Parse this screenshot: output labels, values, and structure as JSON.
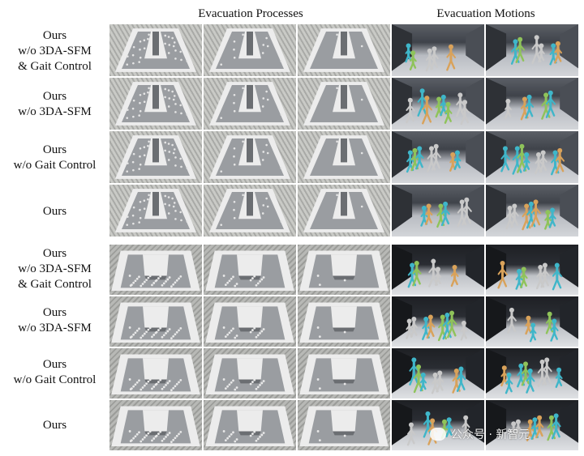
{
  "headers": {
    "processes": "Evacuation Processes",
    "motions": "Evacuation Motions"
  },
  "rows": [
    {
      "label": [
        "Ours",
        "w/o 3DA-SFM",
        "& Gait Control"
      ]
    },
    {
      "label": [
        "Ours",
        "w/o 3DA-SFM"
      ]
    },
    {
      "label": [
        "Ours",
        "w/o Gait Control"
      ]
    },
    {
      "label": [
        "Ours"
      ]
    },
    {
      "label": [
        "Ours",
        "w/o 3DA-SFM",
        "& Gait Control"
      ]
    },
    {
      "label": [
        "Ours",
        "w/o 3DA-SFM"
      ]
    },
    {
      "label": [
        "Ours",
        "w/o Gait Control"
      ]
    },
    {
      "label": [
        "Ours"
      ]
    }
  ],
  "watermark": {
    "text": "公众号 · 新智元"
  },
  "colors": {
    "floor_top": "#bdbdb9",
    "floor_bottom": "#b0b1ae",
    "wall_top": "#ececec",
    "wall_side": "#6b6e72",
    "interior": "#9a9da1",
    "agent_cyan": "#3fb6c9",
    "agent_gray": "#c9c9c9",
    "agent_gold": "#d9a25a",
    "agent_green": "#8fc35a"
  }
}
